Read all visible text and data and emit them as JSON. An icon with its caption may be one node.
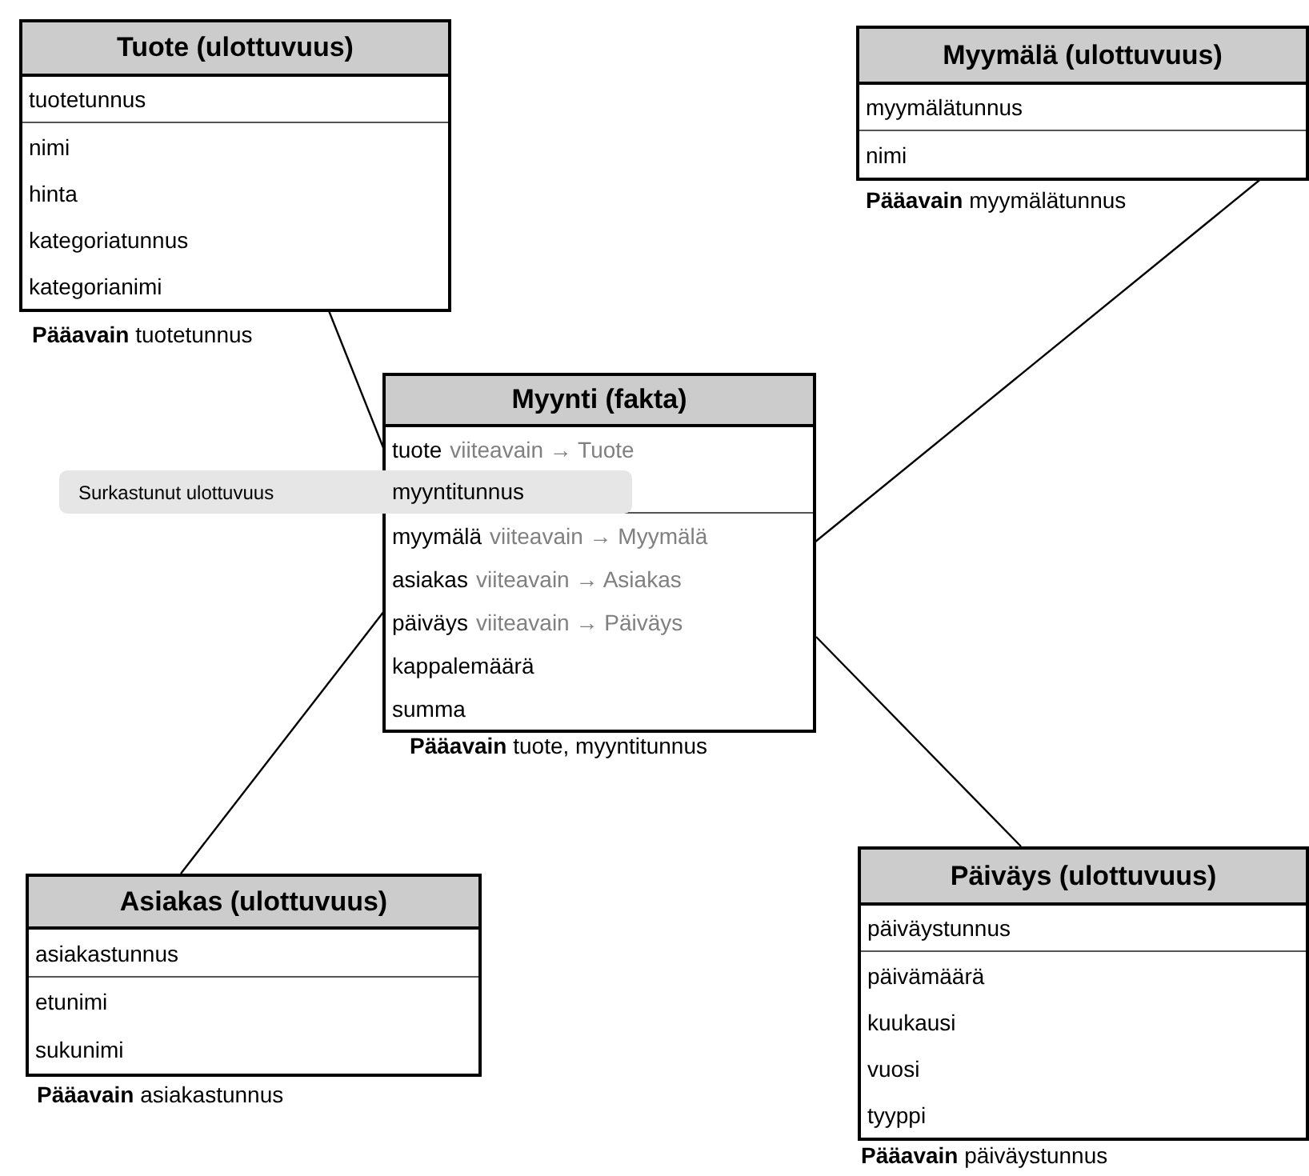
{
  "diagram": {
    "nodes": [
      {
        "text": [
          "Tuote (ulottuvuus)",
          "tuotetunnus",
          "nimi",
          "hinta",
          "kategoriatunnus",
          "kategorianimi"
        ],
        "beside": [
          "**Pääavain** tuotetunnus"
        ]
      },
      {
        "text": [
          "Myymälä (ulottuvuus)",
          "myymälätunnus",
          "nimi"
        ],
        "beside": [
          "**Pääavain** myymälätunnus"
        ]
      },
      {
        "text": [
          "Myynti (fakta)",
          "tuote",
          "viiteavain → Tuote",
          "myyntitunnus",
          "myymälä",
          "viiteavain → Myymälä",
          "asiakas",
          "viiteavain → Asiakas",
          "päiväys",
          "viiteavain → Päiväys",
          "kappalemäärä",
          "summa"
        ],
        "beside": [
          "**Pääavain** tuote, myyntitunnus"
        ]
      },
      {
        "text": [
          "Surkastunut ulottuvuus"
        ]
      },
      {
        "text": [
          "Asiakas (ulottuvuus)",
          "asiakastunnus",
          "etunimi",
          "sukunimi"
        ],
        "beside": [
          "**Pääavain** asiakastunnus"
        ]
      },
      {
        "text": [
          "Päiväys (ulottuvuus)",
          "päiväystunnus",
          "päivämäärä",
          "kuukausi",
          "vuosi",
          "tyyppi"
        ],
        "beside": [
          "**Pääavain** päiväystunnus"
        ]
      }
    ],
    "edges": [
      {
        "from": 0,
        "to": 2,
        "arrow": "none"
      },
      {
        "from": 1,
        "to": 2,
        "arrow": "none"
      },
      {
        "from": 4,
        "to": 2,
        "arrow": "none"
      },
      {
        "from": 5,
        "to": 2,
        "arrow": "none"
      }
    ]
  }
}
